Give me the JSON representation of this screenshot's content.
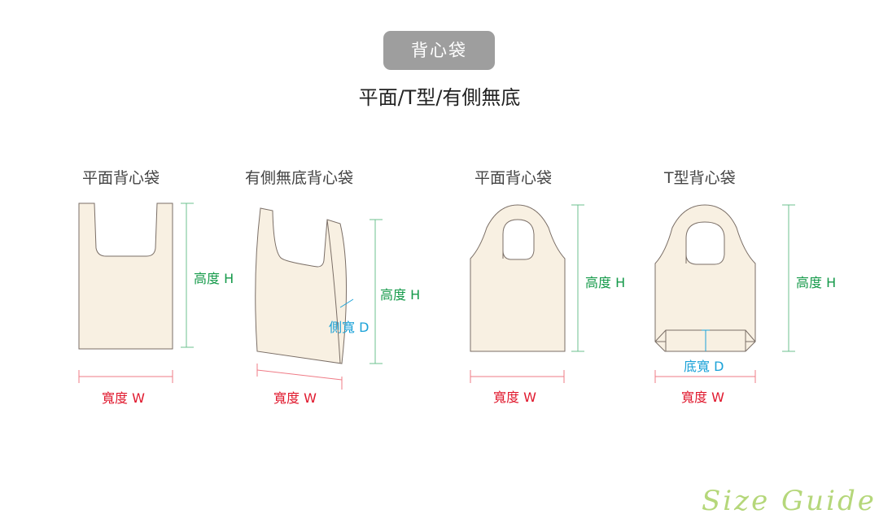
{
  "header": {
    "badge": "背心袋",
    "subtitle": "平面/T型/有側無底"
  },
  "bags": [
    {
      "title": "平面背心袋",
      "width_label": "寬度 W",
      "height_label": "高度 H"
    },
    {
      "title": "有側無底背心袋",
      "width_label": "寬度 W",
      "height_label": "高度 H",
      "depth_label": "側寬 D"
    },
    {
      "title": "平面背心袋",
      "width_label": "寬度 W",
      "height_label": "高度 H"
    },
    {
      "title": "T型背心袋",
      "width_label": "寬度 W",
      "height_label": "高度 H",
      "depth_label": "底寬 D"
    }
  ],
  "colors": {
    "bag_fill": "#f8f0e2",
    "outline": "#7a6e66",
    "width": "#e0182d",
    "height": "#159a4a",
    "depth": "#1ba2d8",
    "badge": "#9e9e9e",
    "brand": "#b5d77a"
  },
  "footer": {
    "brand": "Size Guide"
  }
}
